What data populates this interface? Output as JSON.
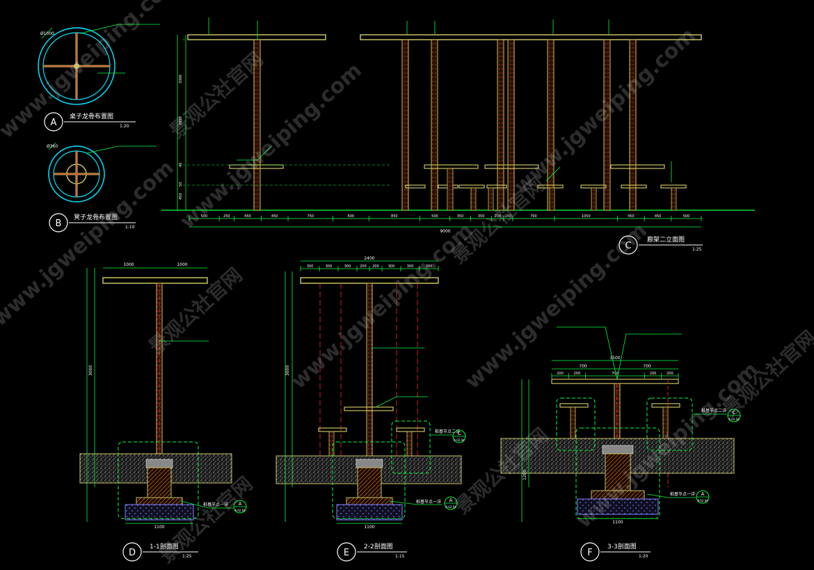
{
  "watermarks": {
    "url": "www.jgweiping.com",
    "cn": "景观公社官网"
  },
  "detail_A": {
    "marker": "A",
    "title": "桌子龙骨布置图",
    "scale": "1:20",
    "dim": "Ø1000"
  },
  "detail_B": {
    "marker": "B",
    "title": "凳子龙骨布置图",
    "scale": "1:10",
    "dim": "Ø360"
  },
  "detail_C": {
    "marker": "C",
    "title": "廊架二立面图",
    "scale": "1:25",
    "dims": [
      "500",
      "250",
      "450",
      "450",
      "750",
      "600",
      "850",
      "500",
      "350",
      "350",
      "200",
      "150",
      "700",
      "1050",
      "450",
      "450",
      "500"
    ],
    "total": "9000",
    "vdims": [
      "3300",
      "3950",
      "40",
      "50",
      "450"
    ]
  },
  "detail_D": {
    "marker": "D",
    "title": "1-1剖面图",
    "scale": "1:25",
    "top_dims": [
      "1000",
      "1000"
    ],
    "height": "3000",
    "width": "1100",
    "ref": "A",
    "ref_sheet": "4-02.04",
    "note": "桩基节点一详"
  },
  "detail_E": {
    "marker": "E",
    "title": "2-2剖面图",
    "scale": "1:15",
    "top_total": "2400",
    "top_dims": [
      "300",
      "300",
      "300",
      "200",
      "200",
      "300",
      "300",
      "300"
    ],
    "height": "3000",
    "width": "1100",
    "ref": "A",
    "ref_sheet": "4-02.04",
    "ref2": "C",
    "ref2_sheet": "4-02.04",
    "note": "桩基节点一详",
    "note2": "桩基节点二详"
  },
  "detail_F": {
    "marker": "F",
    "title": "3-3剖面图",
    "scale": "1:20",
    "top_total": "1500",
    "top_dims": [
      "200",
      "200",
      "700",
      "200",
      "200"
    ],
    "top_dims2": [
      "700",
      "700"
    ],
    "height": "1200",
    "width": "1100",
    "ref": "A",
    "ref_sheet": "4-02.04",
    "ref2": "C",
    "ref2_sheet": "4-02.04",
    "note": "桩基节点一详",
    "note2": "桩基节点二详"
  },
  "colors": {
    "bg": "#000000",
    "dim": "#00ff40",
    "timber": "#c8c060",
    "steel": "#d02020",
    "note": "#ffffff",
    "cyan": "#00e5ff"
  }
}
